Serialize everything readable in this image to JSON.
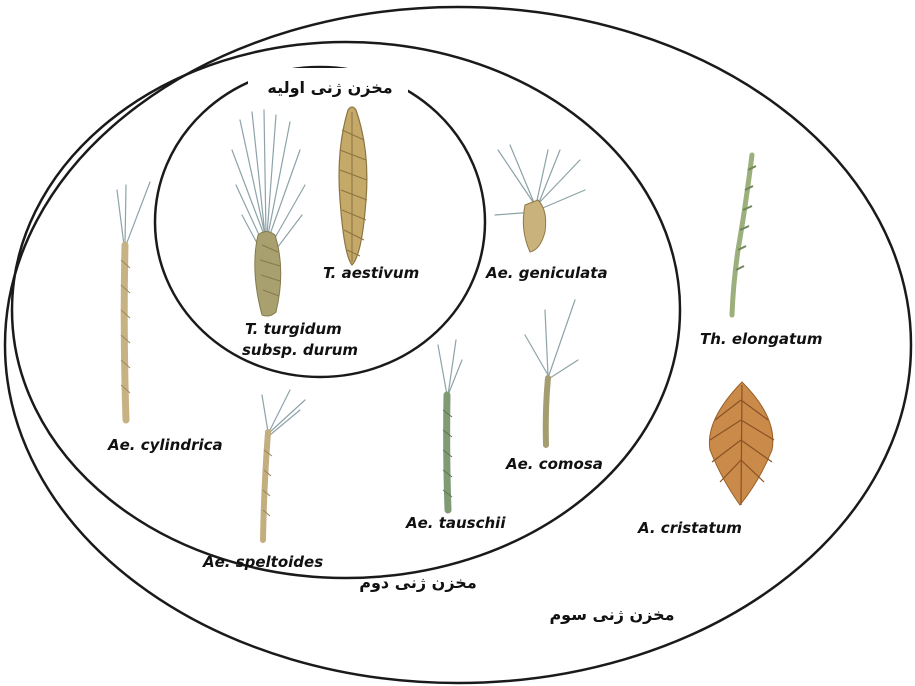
{
  "gene_pools": {
    "primary": "مخزن ژنی اولیه",
    "secondary": "مخزن ژنی دوم",
    "tertiary": "مخزن ژنی سوم"
  },
  "species": {
    "t_aestivum": "T. aestivum",
    "t_turgidum_line1": "T. turgidum",
    "t_turgidum_line2": "subsp. durum",
    "ae_geniculata": "Ae. geniculata",
    "ae_cylindrica": "Ae. cylindrica",
    "ae_speltoides": "Ae. speltoides",
    "ae_tauschii": "Ae. tauschii",
    "ae_comosa": "Ae. comosa",
    "th_elongatum": "Th. elongatum",
    "a_cristatum": "A. cristatum"
  },
  "colors": {
    "ring": "#1a1a1a",
    "wheat_spike": "#b89a5a",
    "awn": "#8da3a8",
    "tauschii_spike": "#7f9a74",
    "elongatum_spike": "#9bb07c",
    "cristatum_spike": "#b8763a"
  }
}
